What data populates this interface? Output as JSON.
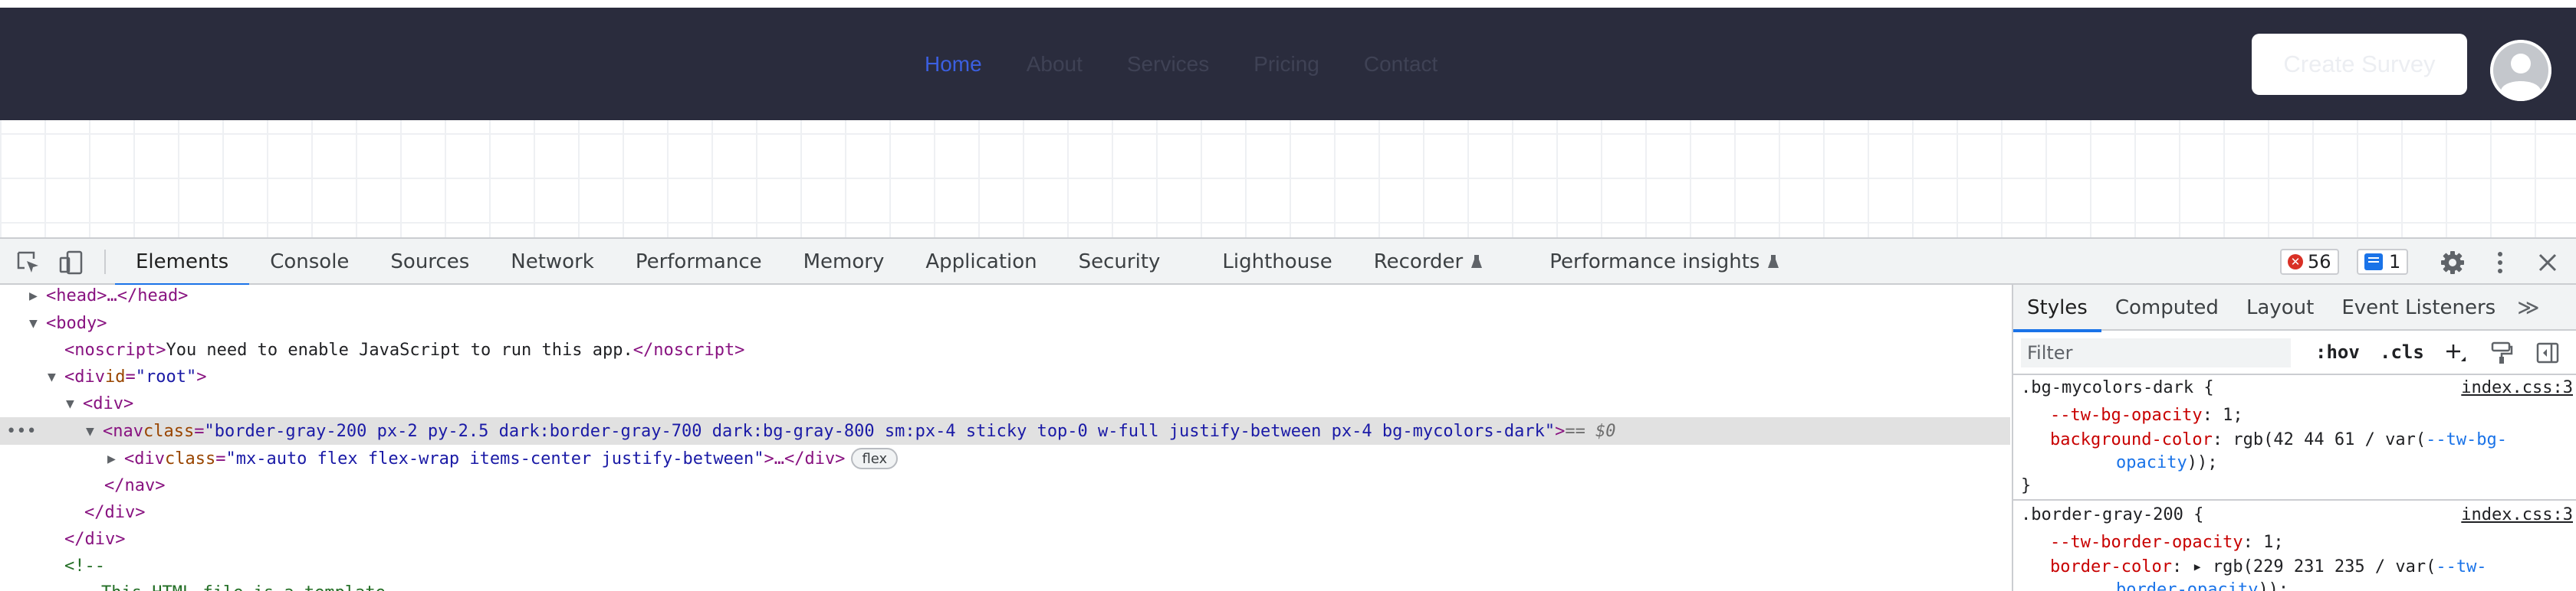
{
  "site": {
    "nav_links": [
      {
        "label": "Home",
        "active": true
      },
      {
        "label": "About",
        "active": false
      },
      {
        "label": "Services",
        "active": false
      },
      {
        "label": "Pricing",
        "active": false
      },
      {
        "label": "Contact",
        "active": false
      }
    ],
    "create_button": "Create Survey",
    "nav_bg": "#2a2c3d",
    "active_color": "#3b5fe0"
  },
  "devtools": {
    "tabs": [
      "Elements",
      "Console",
      "Sources",
      "Network",
      "Performance",
      "Memory",
      "Application",
      "Security",
      "Lighthouse",
      "Recorder",
      "Performance insights"
    ],
    "active_tab": "Elements",
    "errors_count": "56",
    "messages_count": "1",
    "dom_lines": {
      "l0": "<head>…</head>",
      "l1": "<body>",
      "l2_tag_open": "<noscript>",
      "l2_text": "You need to enable JavaScript to run this app.",
      "l2_tag_close": "</noscript>",
      "l3_open": "<div ",
      "l3_attr": "id",
      "l3_val": "\"root\"",
      "l3_close": ">",
      "l4": "<div>",
      "l5_open": "<nav ",
      "l5_attr": "class",
      "l5_val": "\"border-gray-200 px-2 py-2.5 dark:border-gray-700 dark:bg-gray-800 sm:px-4 sticky top-0 w-full justify-between px-4 bg-mycolors-dark\"",
      "l5_close": ">",
      "l5_eq": " == $0",
      "l6_open": "<div ",
      "l6_attr": "class",
      "l6_val": "\"mx-auto flex flex-wrap items-center justify-between\"",
      "l6_close": ">…</div>",
      "l6_badge": "flex",
      "l7": "</nav>",
      "l8": "</div>",
      "l9": "</div>",
      "l10": "<!--",
      "l11": "This HTML file is a template."
    },
    "styles": {
      "tabs": [
        "Styles",
        "Computed",
        "Layout",
        "Event Listeners"
      ],
      "more": "≫",
      "filter_placeholder": "Filter",
      "hov": ":hov",
      "cls": ".cls",
      "rule1": {
        "selector": ".bg-mycolors-dark {",
        "source": "index.css:3",
        "p1_name": "--tw-bg-opacity",
        "p1_val": ": 1;",
        "p2_name": "background-color",
        "p2_val": ": rgb(42 44 61 / var(",
        "p2_var": "--tw-bg-",
        "p2_cont": "opacity",
        "p2_end": "));",
        "close": "}"
      },
      "rule2": {
        "selector": ".border-gray-200 {",
        "source": "index.css:3",
        "p1_name": "--tw-border-opacity",
        "p1_val": ": 1;",
        "p2_name": "border-color",
        "p2_val": ": ▸ rgb(229 231 235 / var(",
        "p2_var": "--tw-",
        "p2_cont": "border-opacity",
        "p2_end": "));"
      }
    }
  }
}
